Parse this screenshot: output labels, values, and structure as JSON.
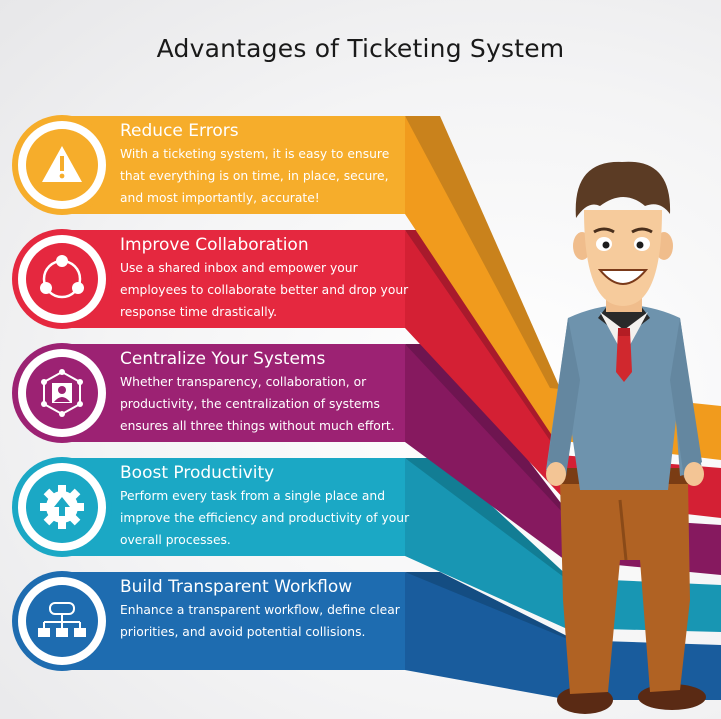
{
  "title": "Advantages of Ticketing System",
  "items": [
    {
      "heading": "Reduce Errors",
      "desc": "With a ticketing system, it is easy to ensure that everything is on time, in place, secure, and most importantly, accurate!",
      "icon": "warning-icon",
      "color": "#f6ad2b"
    },
    {
      "heading": "Improve Collaboration",
      "desc": "Use a shared inbox and empower your employees to collaborate better and drop your response time drastically.",
      "icon": "collaboration-network-icon",
      "color": "#e5283f"
    },
    {
      "heading": "Centralize Your Systems",
      "desc": "Whether transparency, collaboration, or productivity, the centralization of systems ensures all three things without much effort.",
      "icon": "centralized-user-icon",
      "color": "#9c2273"
    },
    {
      "heading": "Boost Productivity",
      "desc": "Perform every task from a single place and improve the efficiency and productivity of your overall processes.",
      "icon": "gear-upload-icon",
      "color": "#1ba8c5"
    },
    {
      "heading": "Build Transparent Workflow",
      "desc": "Enhance a transparent workflow, define clear priorities, and avoid potential collisions.",
      "icon": "workflow-chart-icon",
      "color": "#1e6cb0"
    }
  ]
}
